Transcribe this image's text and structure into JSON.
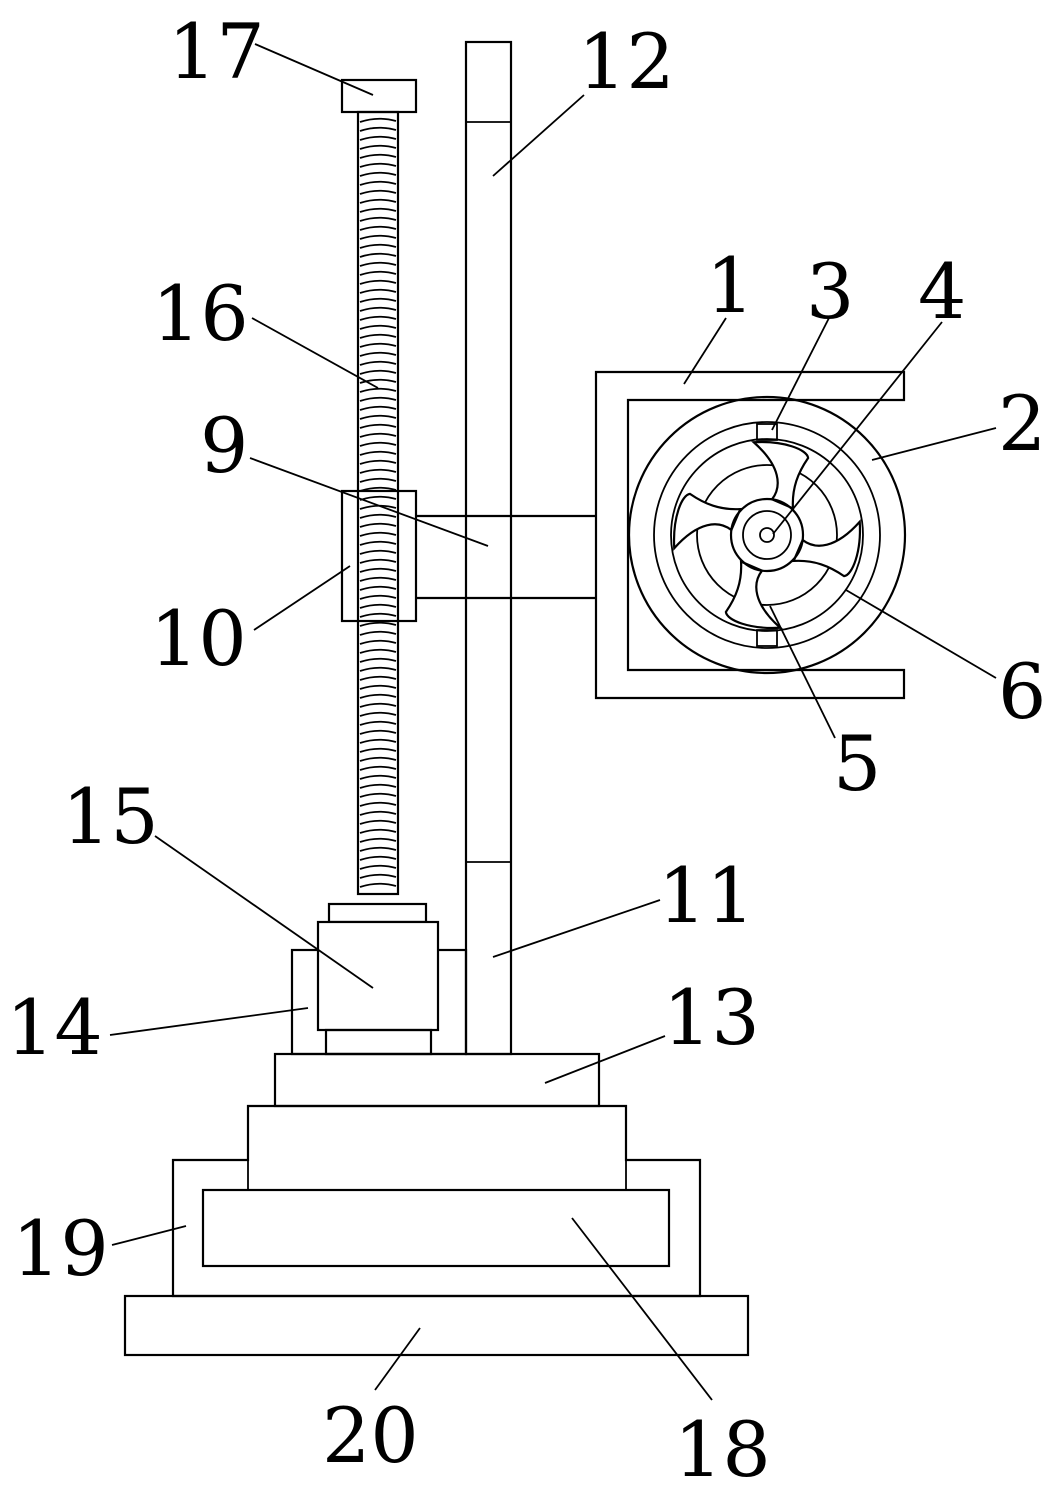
{
  "diagram": {
    "labels": [
      {
        "id": "1",
        "text": "1"
      },
      {
        "id": "2",
        "text": "2"
      },
      {
        "id": "3",
        "text": "3"
      },
      {
        "id": "4",
        "text": "4"
      },
      {
        "id": "5",
        "text": "5"
      },
      {
        "id": "6",
        "text": "6"
      },
      {
        "id": "9",
        "text": "9"
      },
      {
        "id": "10",
        "text": "10"
      },
      {
        "id": "11",
        "text": "11"
      },
      {
        "id": "12",
        "text": "12"
      },
      {
        "id": "13",
        "text": "13"
      },
      {
        "id": "14",
        "text": "14"
      },
      {
        "id": "15",
        "text": "15"
      },
      {
        "id": "16",
        "text": "16"
      },
      {
        "id": "17",
        "text": "17"
      },
      {
        "id": "18",
        "text": "18"
      },
      {
        "id": "19",
        "text": "19"
      },
      {
        "id": "20",
        "text": "20"
      }
    ]
  }
}
